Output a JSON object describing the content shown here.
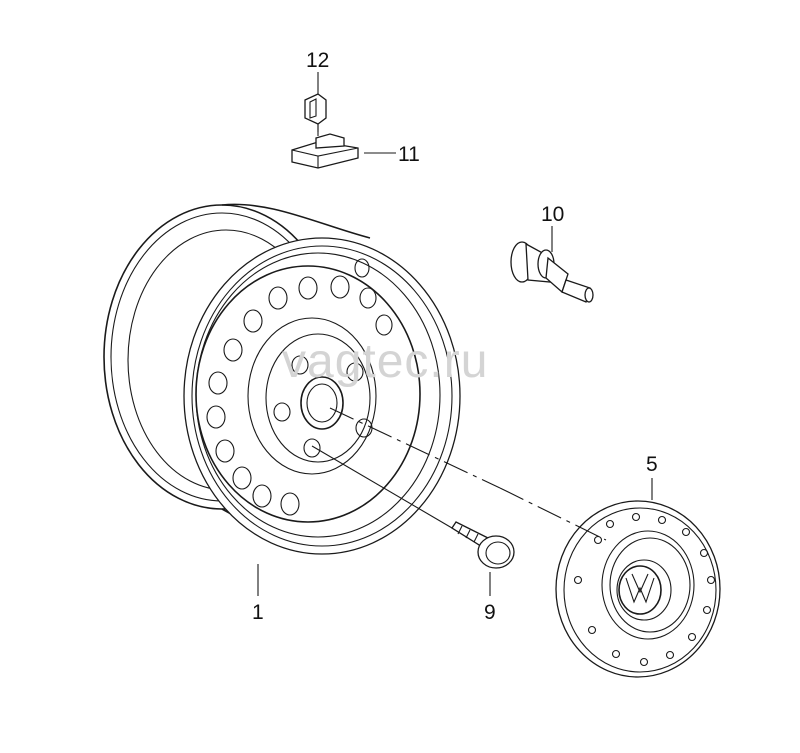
{
  "watermark": "vagtec.ru",
  "callouts": {
    "wheel_rim": "1",
    "hub_cap": "5",
    "wheel_bolt": "9",
    "valve": "10",
    "balance_weight": "11",
    "clip": "12"
  }
}
